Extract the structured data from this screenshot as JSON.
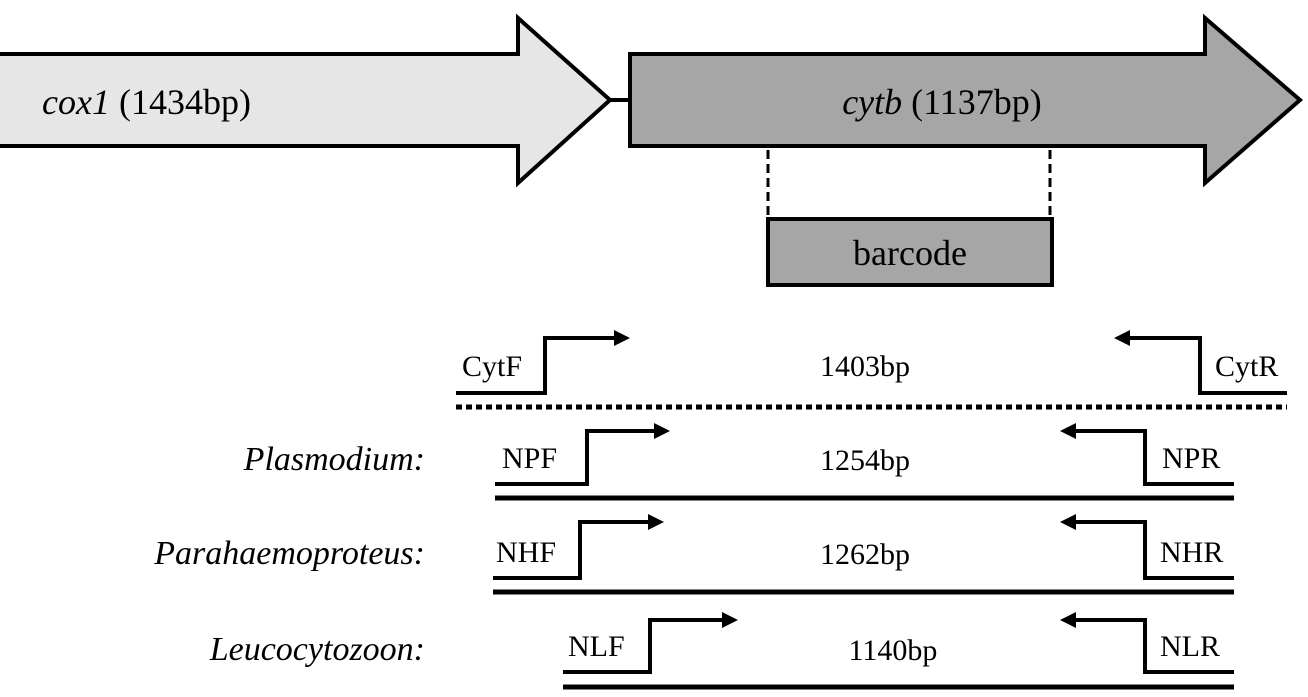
{
  "genes": {
    "cox1": {
      "name": "cox1",
      "size": " (1434bp)",
      "fill": "#e6e6e6"
    },
    "cytb": {
      "name": "cytb",
      "size": " (1137bp)",
      "fill": "#a6a6a6"
    },
    "barcode": {
      "label": "barcode",
      "fill": "#a6a6a6"
    }
  },
  "amplicons": [
    {
      "species": "",
      "forward": "CytF",
      "reverse": "CytR",
      "length": "1403bp",
      "line_style": "dotted"
    },
    {
      "species": "Plasmodium:",
      "forward": "NPF",
      "reverse": "NPR",
      "length": "1254bp",
      "line_style": "solid"
    },
    {
      "species": "Parahaemoproteus:",
      "forward": "NHF",
      "reverse": "NHR",
      "length": "1262bp",
      "line_style": "solid"
    },
    {
      "species": "Leucocytozoon:",
      "forward": "NLF",
      "reverse": "NLR",
      "length": "1140bp",
      "line_style": "solid"
    }
  ]
}
